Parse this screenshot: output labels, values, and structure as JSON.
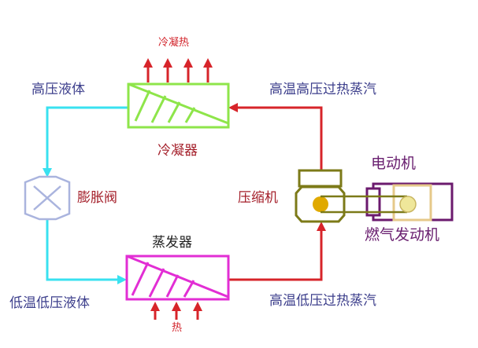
{
  "labels": {
    "condense_heat": "冷凝热",
    "high_pressure_liquid": "高压液体",
    "high_temp_high_pressure_vapor": "高温高压过热蒸汽",
    "condenser": "冷凝器",
    "expansion_valve": "膨胀阀",
    "compressor": "压缩机",
    "motor": "电动机",
    "gas_engine": "燃气发动机",
    "evaporator": "蒸发器",
    "low_temp_low_pressure_liquid": "低温低压液体",
    "high_temp_low_pressure_vapor": "高温低压过热蒸汽",
    "heat": "热"
  },
  "colors": {
    "pipe_high": "#d7242a",
    "pipe_low": "#39e1f0",
    "condenser": "#8ee54a",
    "evaporator": "#e22ed4",
    "compressor": "#7c7a18",
    "compressor_core": "#e0a900",
    "motor": "#6b1a6e",
    "engine": "#e6c98a",
    "valve": "#aab4de"
  },
  "icons": {
    "valve": "expansion-valve-icon",
    "compressor": "compressor-icon"
  }
}
